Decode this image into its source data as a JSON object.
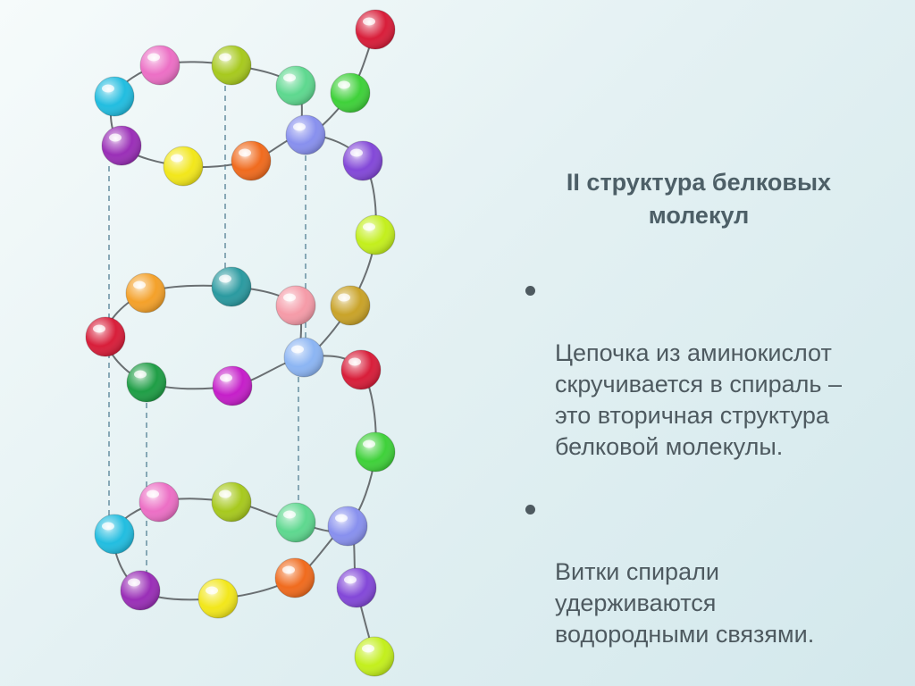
{
  "slide": {
    "title": "II структура белковых\nмолекул",
    "bullets": [
      "Цепочка из аминокислот\nскручивается в спираль –\nэто вторичная структура\nбелковой молекулы.",
      "Витки спирали\nудерживаются\nводородными связями."
    ]
  },
  "diagram": {
    "chain_color": "#6a6f72",
    "hydrogen_bond_color": "#6f95a6",
    "bead_colors": {
      "red": "#d81e3a",
      "green": "#3fd13a",
      "purple": "#8348d8",
      "lime": "#c3ef1d",
      "gold": "#c9a329",
      "green_dark": "#1f9e46",
      "magenta": "#c51fc9",
      "pink": "#ec6fc5",
      "olive": "#a7c91e",
      "mint": "#5ed88f",
      "lavender": "#8890ee",
      "orange": "#f06b1e",
      "yellow": "#f2e71b",
      "violet": "#9a2fb7",
      "cyan": "#22bde0",
      "peach": "#f4a12a",
      "teal": "#2b9aa0",
      "salmon": "#f59ba8",
      "skyblue": "#8cb5f3",
      "green_light": "#78e25c"
    }
  }
}
